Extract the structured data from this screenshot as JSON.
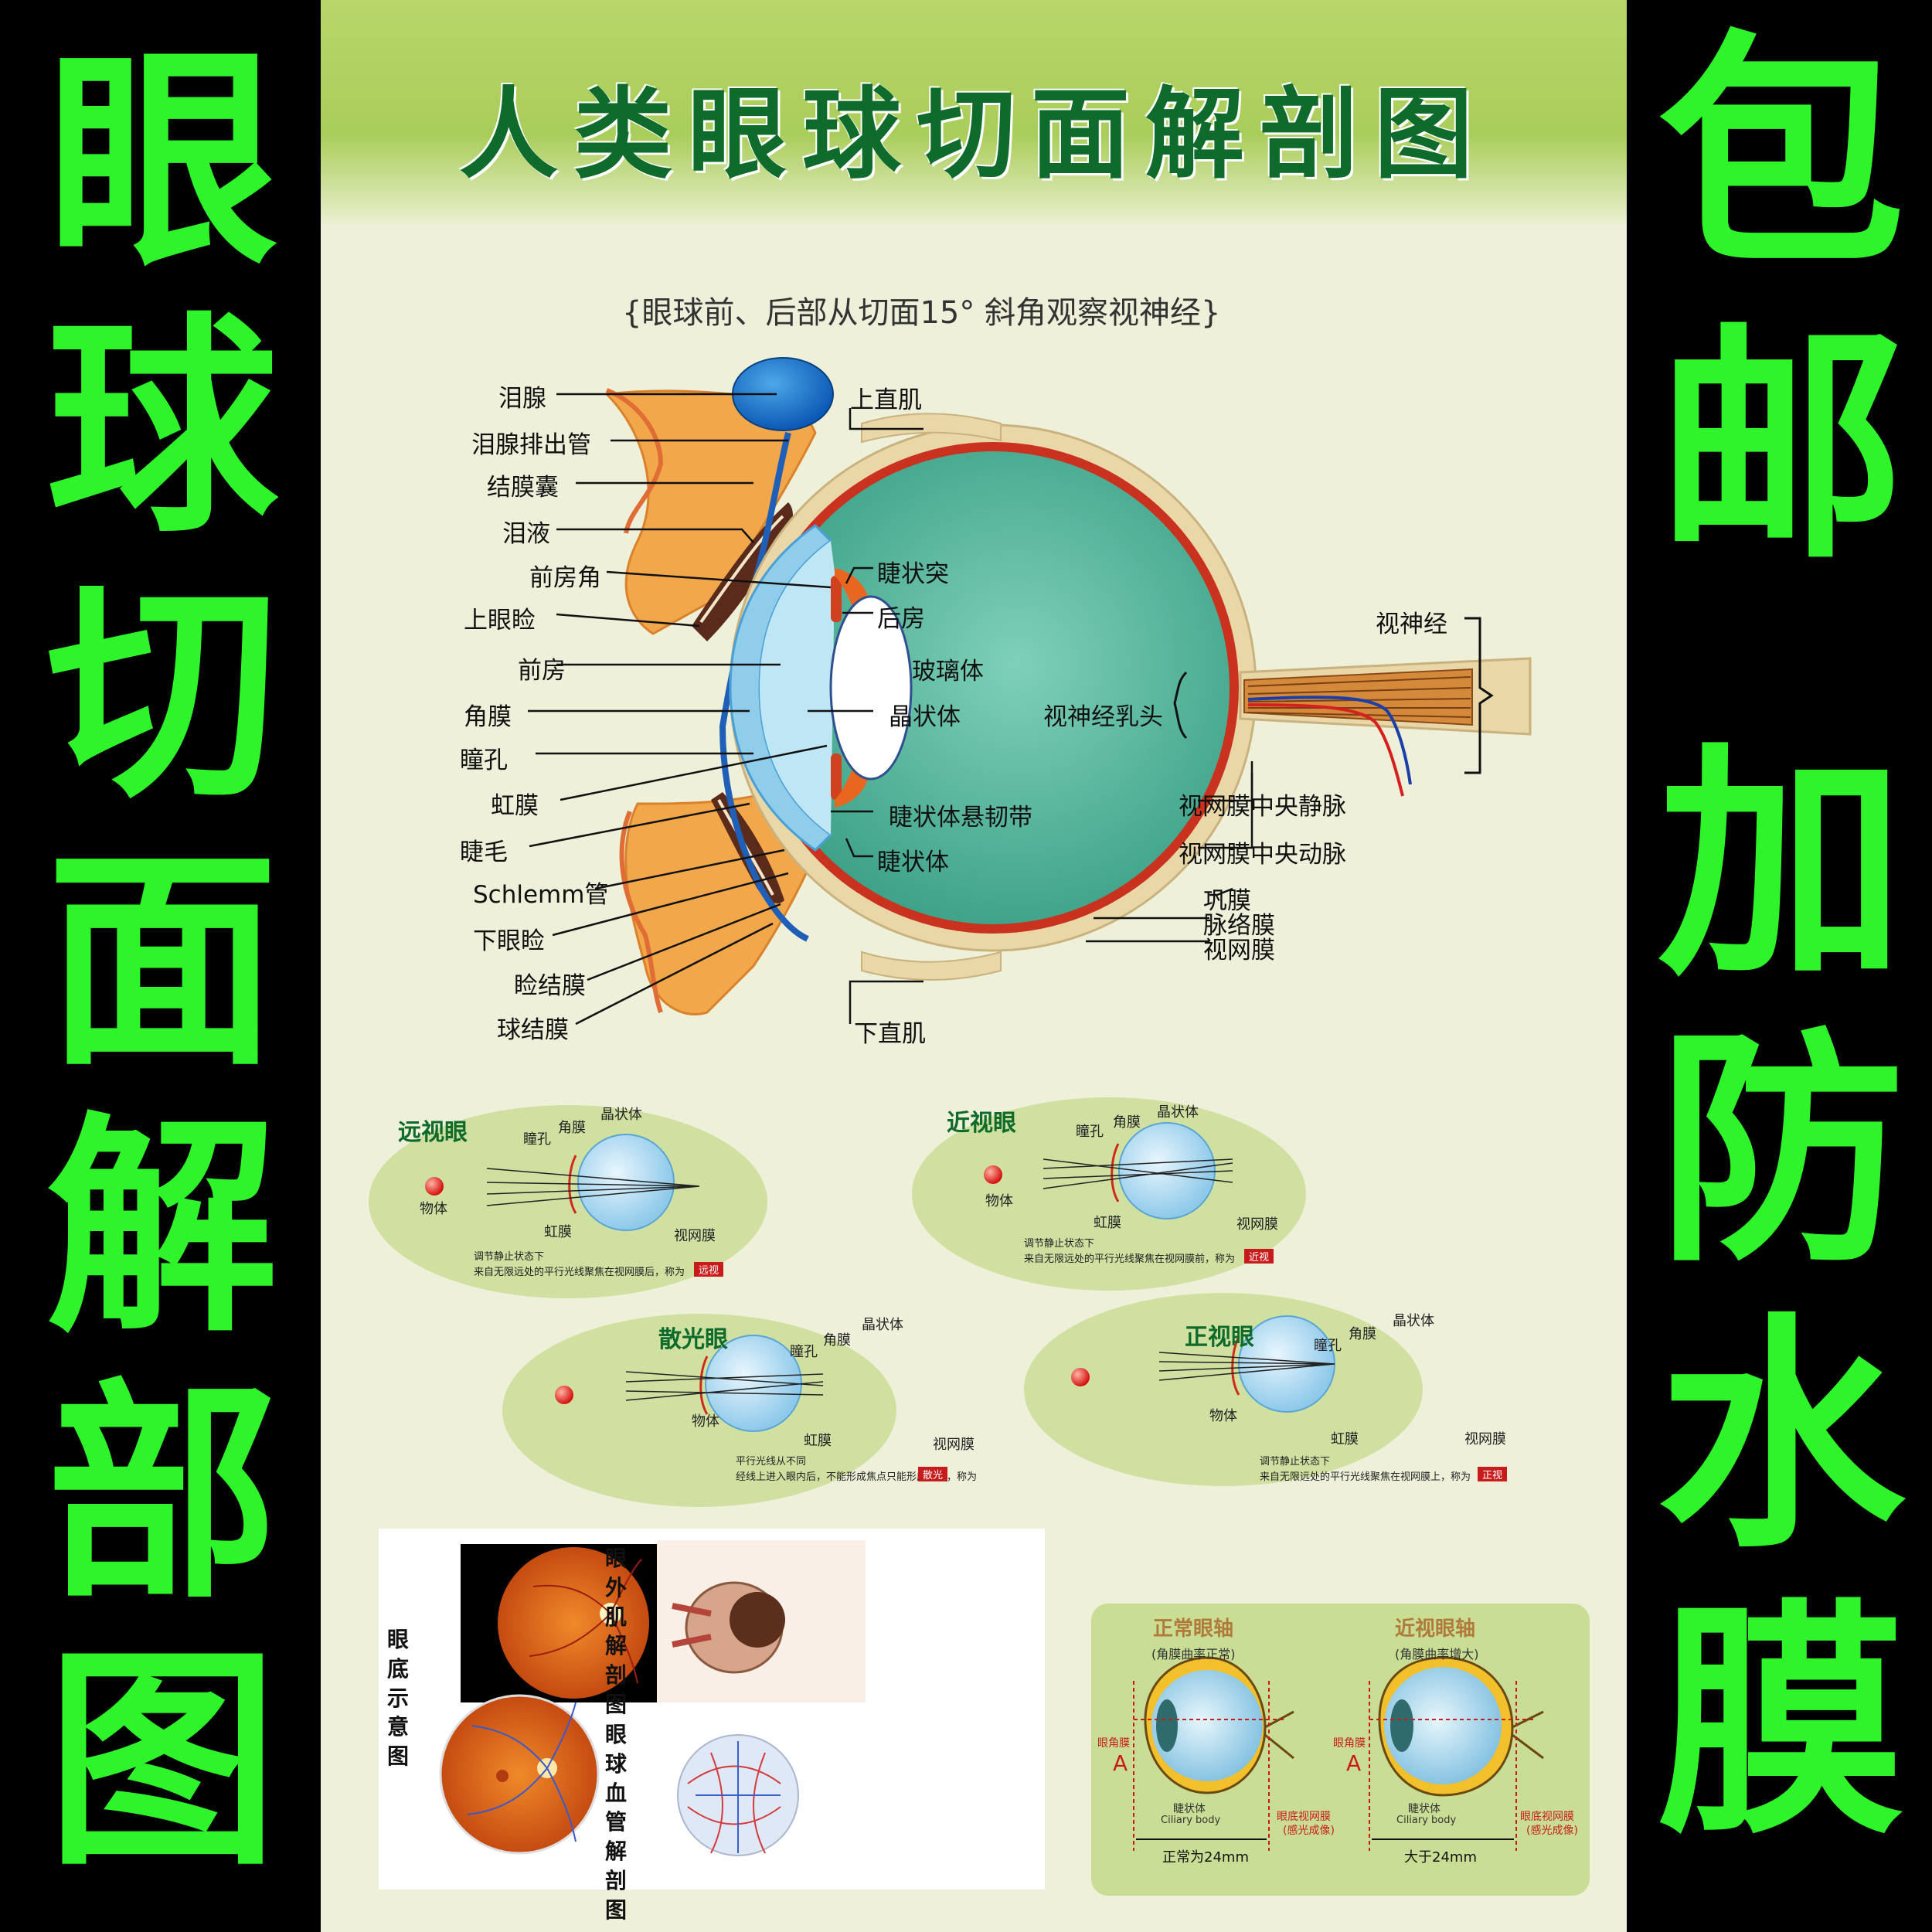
{
  "left_banner": {
    "chars": [
      "眼",
      "球",
      "切",
      "面",
      "解",
      "部",
      "图"
    ]
  },
  "right_banner": {
    "chars": [
      "包",
      "邮",
      "加",
      "防",
      "水",
      "膜"
    ]
  },
  "title": "人类眼球切面解剖图",
  "subtitle": "{眼球前、后部从切面15° 斜角观察视神经}",
  "main_labels": {
    "lacrimal_gland": "泪腺",
    "lacrimal_duct": "泪腺排出管",
    "conjunctival_sac": "结膜囊",
    "tear": "泪液",
    "anterior_angle": "前房角",
    "upper_eyelid": "上眼睑",
    "anterior_chamber": "前房",
    "cornea": "角膜",
    "pupil": "瞳孔",
    "iris": "虹膜",
    "eyelash": "睫毛",
    "schlemm": "Schlemm管",
    "lower_eyelid": "下眼睑",
    "palpebral_conj": "睑结膜",
    "bulbar_conj": "球结膜",
    "superior_rectus": "上直肌",
    "ciliary_process": "睫状突",
    "posterior_chamber": "后房",
    "vitreous": "玻璃体",
    "lens": "晶状体",
    "zonule": "睫状体悬韧带",
    "ciliary_body": "睫状体",
    "optic_nerve": "视神经",
    "optic_papilla": "视神经乳头",
    "central_vein": "视网膜中央静脉",
    "central_artery": "视网膜中央动脉",
    "sclera": "巩膜",
    "choroid": "脉络膜",
    "retina": "视网膜",
    "inferior_rectus": "下直肌"
  },
  "panels": [
    {
      "title": "远视眼",
      "object": "物体",
      "pupil": "瞳孔",
      "cornea": "角膜",
      "lens": "晶状体",
      "iris": "虹膜",
      "retina": "视网膜",
      "note1": "调节静止状态下",
      "note2": "来自无限远处的平行光线聚焦在视网膜后，称为",
      "badge": "远视"
    },
    {
      "title": "近视眼",
      "object": "物体",
      "pupil": "瞳孔",
      "cornea": "角膜",
      "lens": "晶状体",
      "iris": "虹膜",
      "retina": "视网膜",
      "note1": "调节静止状态下",
      "note2": "来自无限远处的平行光线聚焦在视网膜前，称为",
      "badge": "近视"
    },
    {
      "title": "散光眼",
      "object": "物体",
      "pupil": "瞳孔",
      "cornea": "角膜",
      "lens": "晶状体",
      "iris": "虹膜",
      "retina": "视网膜",
      "note1": "平行光线从不同",
      "note2": "经线上进入眼内后，不能形成焦点只能形成焦线，称为",
      "badge": "散光"
    },
    {
      "title": "正视眼",
      "object": "物体",
      "pupil": "瞳孔",
      "cornea": "角膜",
      "lens": "晶状体",
      "iris": "虹膜",
      "retina": "视网膜",
      "note1": "调节静止状态下",
      "note2": "来自无限远处的平行光线聚焦在视网膜上，称为",
      "badge": "正视"
    }
  ],
  "bottom_left": {
    "fundus_title": "眼底示意图",
    "extraocular_title": "眼外肌解剖图",
    "vessel_title": "眼球血管解剖图"
  },
  "axis_box": {
    "normal_title": "正常眼轴",
    "normal_sub": "(角膜曲率正常)",
    "myopia_title": "近视眼轴",
    "myopia_sub": "(角膜曲率增大)",
    "cornea_label": "眼角膜",
    "ciliary_cn": "睫状体",
    "ciliary_en": "Ciliary body",
    "fundus_label": "眼底视网膜",
    "fundus_sub": "(感光成像)",
    "normal_len": "正常为24mm",
    "myopia_len": "大于24mm",
    "marker": "A"
  },
  "colors": {
    "green_text": "#2ef52a",
    "title_green": "#0f6b2b",
    "eye_fill": "#4fb39a",
    "sclera": "#e9d7a8",
    "retina_red": "#c8321e"
  }
}
